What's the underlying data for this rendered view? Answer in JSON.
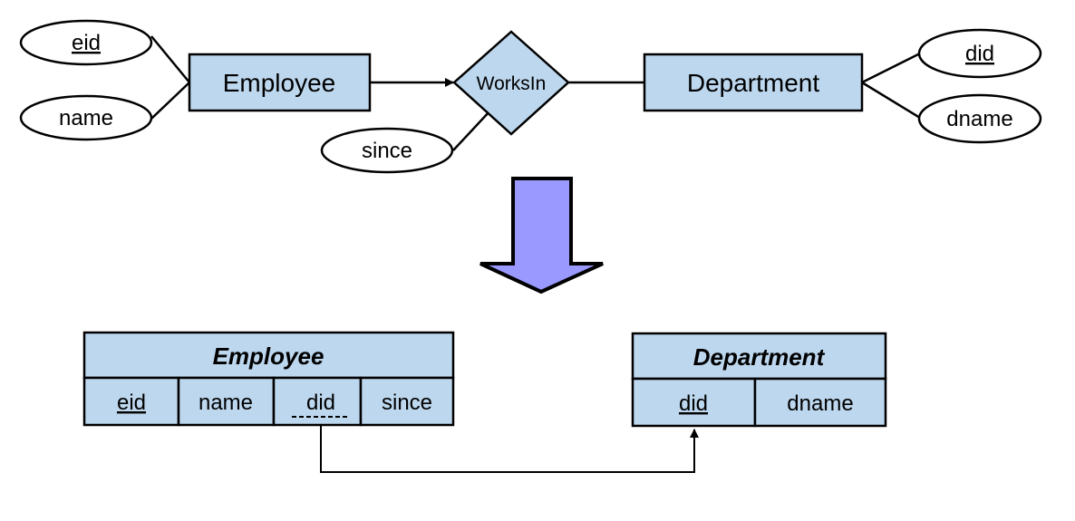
{
  "er": {
    "entity_left": "Employee",
    "entity_right": "Department",
    "relationship": "WorksIn",
    "attrs_left": [
      "eid",
      "name"
    ],
    "attrs_right": [
      "did",
      "dname"
    ],
    "rel_attr": "since",
    "colors": {
      "fill": "#bdd7ee",
      "arrow": "#9999ff",
      "stroke": "#000000"
    }
  },
  "tables": {
    "employee": {
      "title": "Employee",
      "columns": [
        "eid",
        "name",
        "did",
        "since"
      ]
    },
    "department": {
      "title": "Department",
      "columns": [
        "did",
        "dname"
      ]
    }
  }
}
